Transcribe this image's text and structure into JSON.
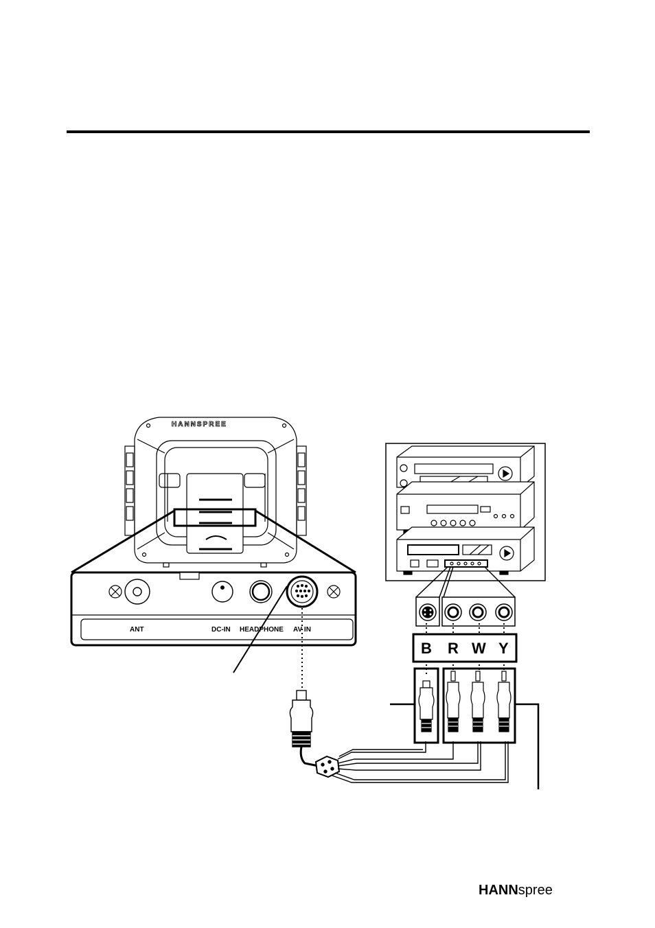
{
  "diagram": {
    "tv_brand": "HANNSPREE",
    "panel_labels": {
      "ant": "ANT",
      "dc_in": "DC-IN",
      "headphone": "HEADPHONE",
      "av_in": "AV IN"
    },
    "cable_letters": [
      "B",
      "R",
      "W",
      "Y"
    ]
  },
  "footer": {
    "logo_bold": "HANN",
    "logo_regular": "spree"
  }
}
